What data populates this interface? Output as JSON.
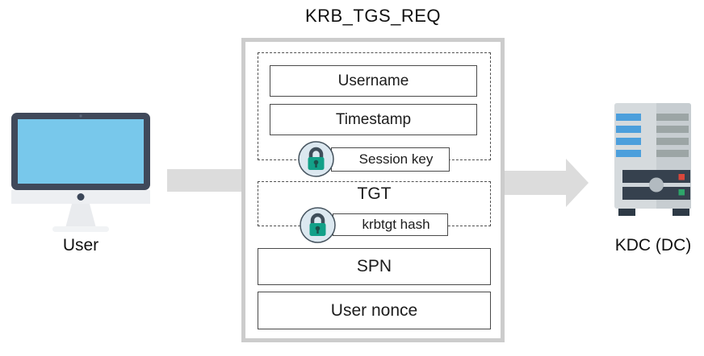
{
  "diagram": {
    "title": "KRB_TGS_REQ",
    "source": {
      "label": "User",
      "icon": "monitor-icon"
    },
    "destination": {
      "label": "KDC (DC)",
      "icon": "server-icon"
    },
    "message_fields": {
      "username": "Username",
      "timestamp": "Timestamp",
      "session_key": "Session key",
      "tgt": "TGT",
      "krbtgt_hash": "krbtgt hash",
      "spn": "SPN",
      "user_nonce": "User nonce"
    },
    "colors": {
      "arrow": "#dcdcdc",
      "outer_border": "#cccccc",
      "field_border": "#4a4a4a",
      "dashed_border": "#4f4f4f",
      "lock_body": "#12a088",
      "lock_shackle": "#3f4e5a",
      "lock_circle_bg": "#dce8f0",
      "monitor_frame": "#40495a",
      "monitor_screen": "#78c8eb",
      "server_body": "#d5dadd",
      "server_body_shade": "#c7cdd1",
      "server_stripe_blue": "#4c9fdc",
      "server_stripe_gray": "#9ca5a5",
      "server_panel": "#36414e",
      "led_red": "#d9473b",
      "led_green": "#2ea56a"
    }
  }
}
